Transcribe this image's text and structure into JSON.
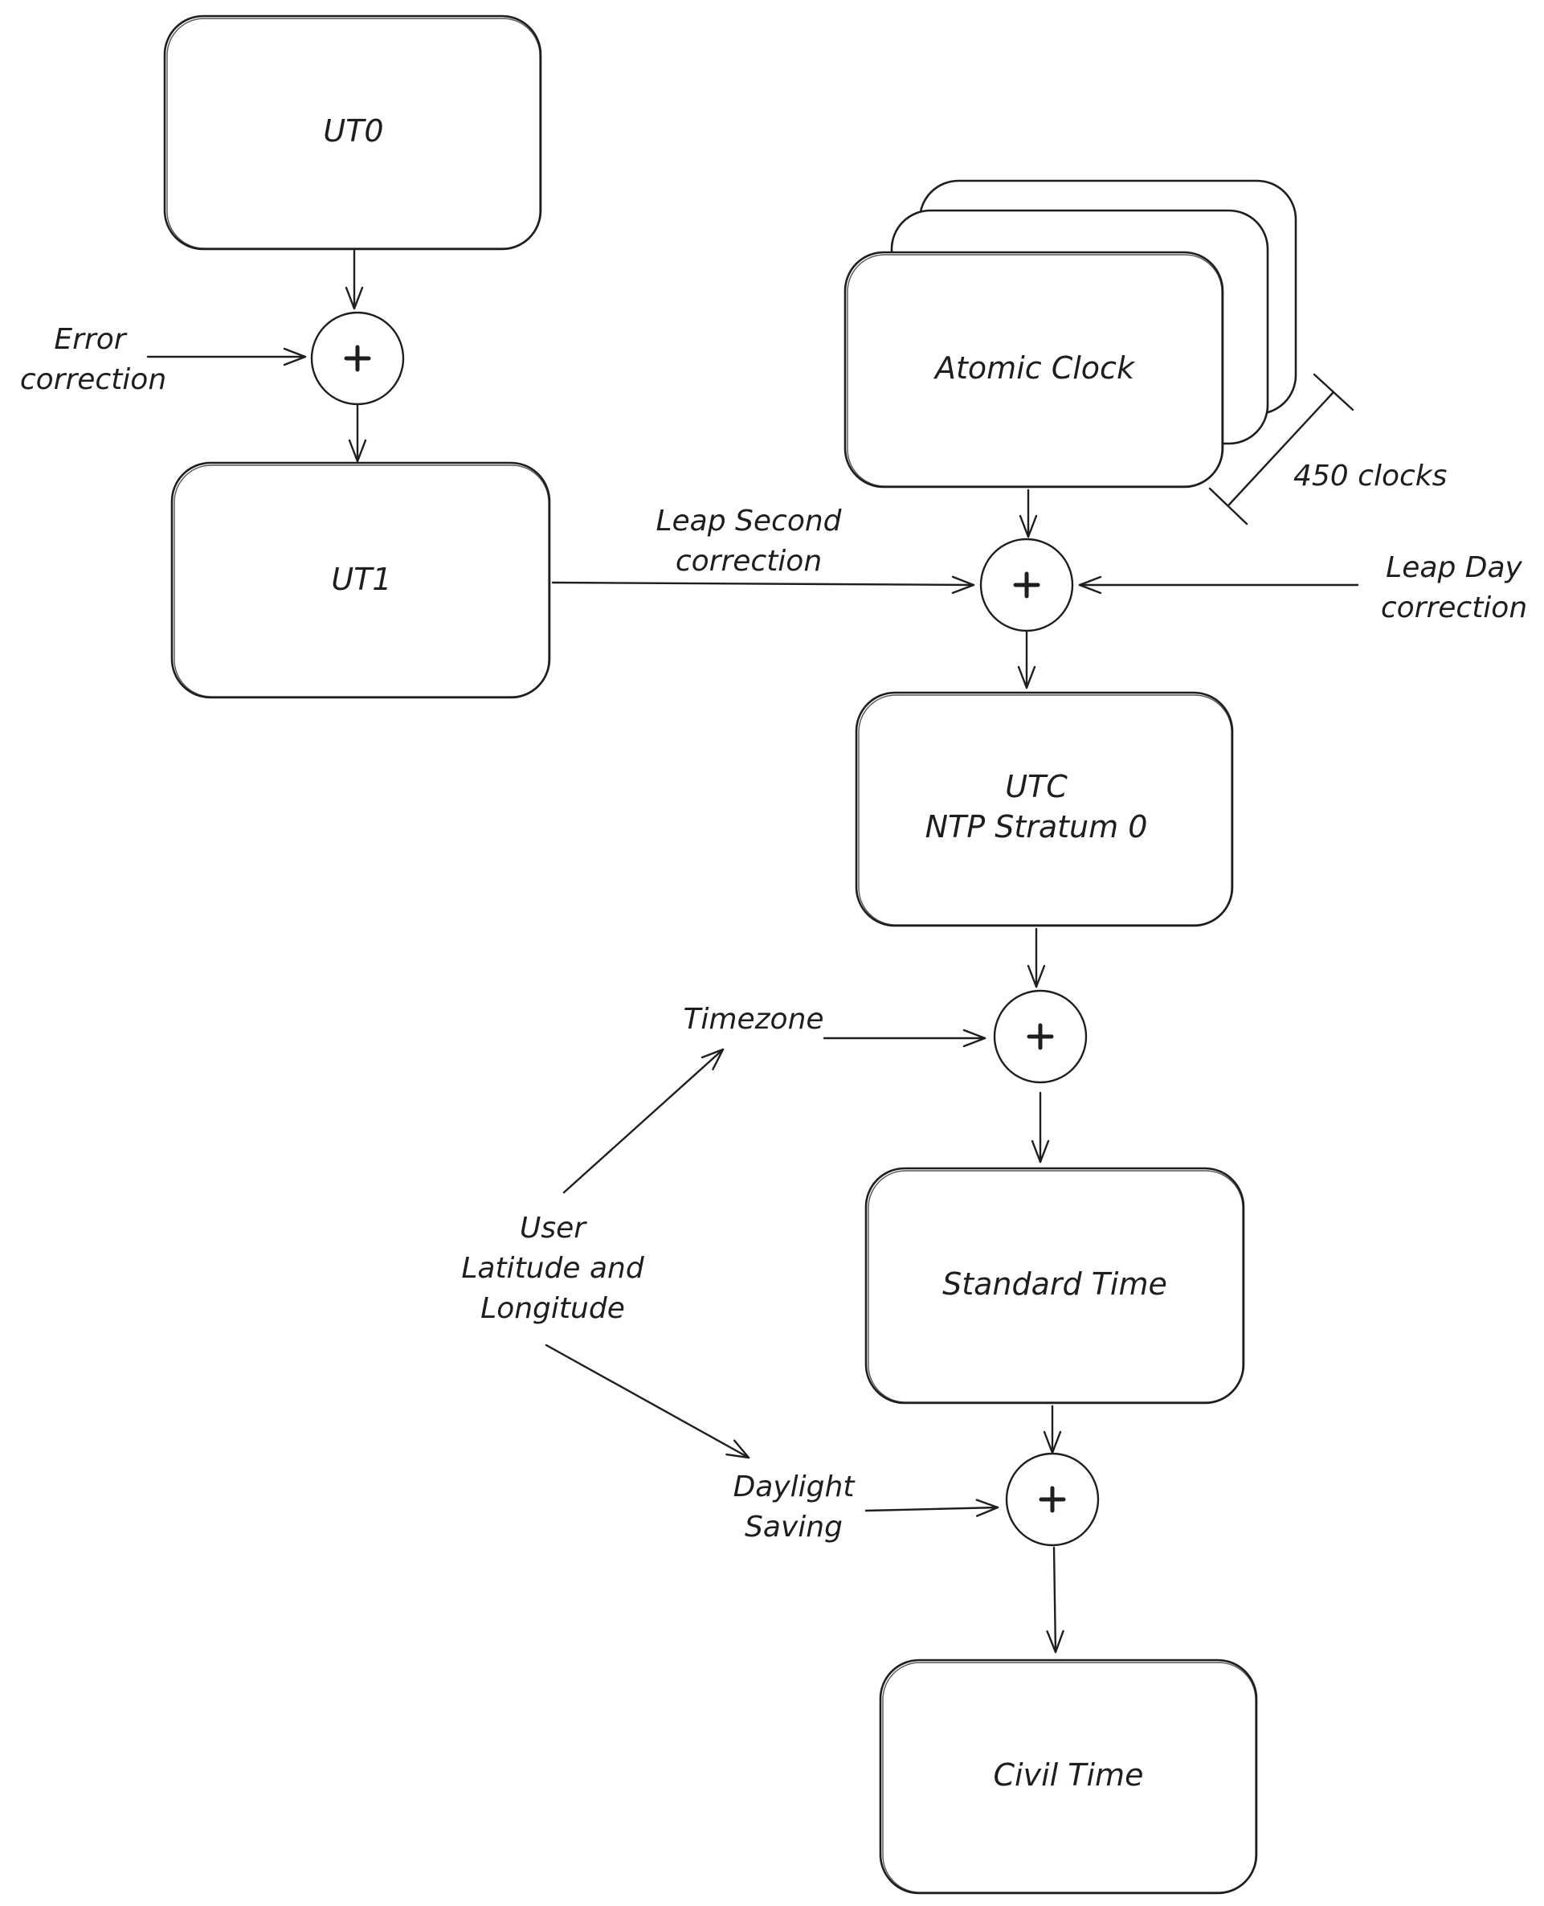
{
  "nodes": {
    "ut0": "UT0",
    "ut1": "UT1",
    "atomic_clock": "Atomic Clock",
    "utc_line1": "UTC",
    "utc_line2": "NTP Stratum 0",
    "standard_time": "Standard Time",
    "civil_time": "Civil Time"
  },
  "annotations": {
    "error_correction_line1": "Error",
    "error_correction_line2": "correction",
    "leap_second_line1": "Leap Second",
    "leap_second_line2": "correction",
    "leap_day_line1": "Leap Day",
    "leap_day_line2": "correction",
    "clock_count": "450 clocks",
    "timezone": "Timezone",
    "user_line1": "User",
    "user_line2": "Latitude and",
    "user_line3": "Longitude",
    "daylight_line1": "Daylight",
    "daylight_line2": "Saving"
  },
  "operator_symbol": "+",
  "colors": {
    "stroke": "#1e1e1e",
    "background": "#ffffff"
  }
}
